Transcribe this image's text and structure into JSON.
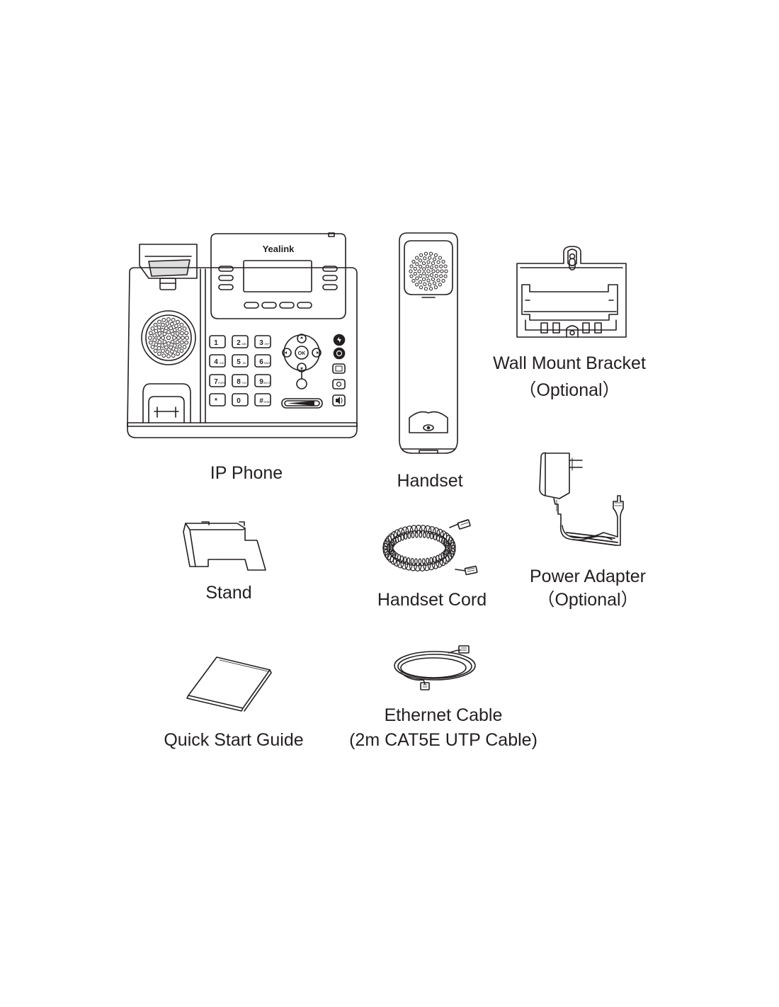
{
  "brand": "Yealink",
  "items": [
    {
      "id": "ip-phone",
      "lines": [
        "IP Phone"
      ]
    },
    {
      "id": "handset",
      "lines": [
        "Handset"
      ]
    },
    {
      "id": "wall-mount-bracket",
      "lines": [
        "Wall Mount Bracket",
        "（Optional）"
      ]
    },
    {
      "id": "stand",
      "lines": [
        "Stand"
      ]
    },
    {
      "id": "handset-cord",
      "lines": [
        "Handset Cord"
      ]
    },
    {
      "id": "power-adapter",
      "lines": [
        "Power Adapter",
        "（Optional）"
      ]
    },
    {
      "id": "quick-start-guide",
      "lines": [
        "Quick Start Guide"
      ]
    },
    {
      "id": "ethernet-cable",
      "lines": [
        "Ethernet Cable",
        "(2m CAT5E UTP Cable)"
      ]
    }
  ],
  "keypad": {
    "keys": [
      "1",
      "2",
      "3",
      "4",
      "5",
      "6",
      "7",
      "8",
      "9",
      "*",
      "0",
      "#"
    ],
    "subs": [
      "",
      "ABC",
      "DEF",
      "GHI",
      "JKL",
      "MNO",
      "PQRS",
      "TUV",
      "WXYZ",
      ".",
      "",
      "SEND"
    ]
  },
  "nav_ok": "OK"
}
